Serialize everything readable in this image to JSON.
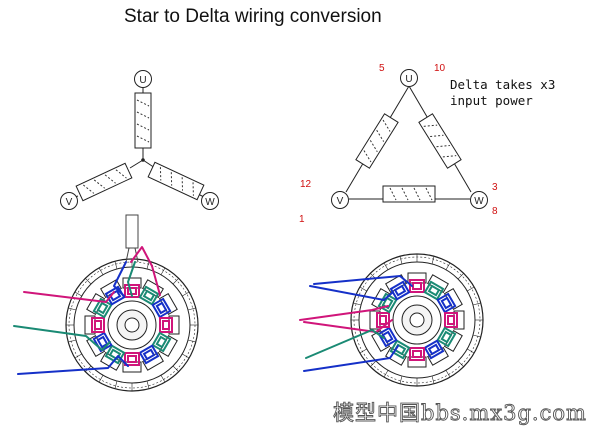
{
  "title": "Star to Delta wiring conversion",
  "star": {
    "terminals": {
      "u": "U",
      "v": "V",
      "w": "W"
    }
  },
  "delta": {
    "terminals": {
      "u": "U",
      "v": "V",
      "w": "W"
    },
    "note_line1": "Delta takes x3",
    "note_line2": "input power",
    "pin_labels": {
      "p5": "5",
      "p10": "10",
      "p12": "12",
      "p1": "1",
      "p3": "3",
      "p8": "8"
    }
  },
  "watermark": "模型中国bbs.mx3g.com",
  "colors": {
    "phase_u": "#d0157a",
    "phase_v": "#1a8a74",
    "phase_w": "#1530c8",
    "pin_label": "#d01010",
    "line": "#222222"
  }
}
